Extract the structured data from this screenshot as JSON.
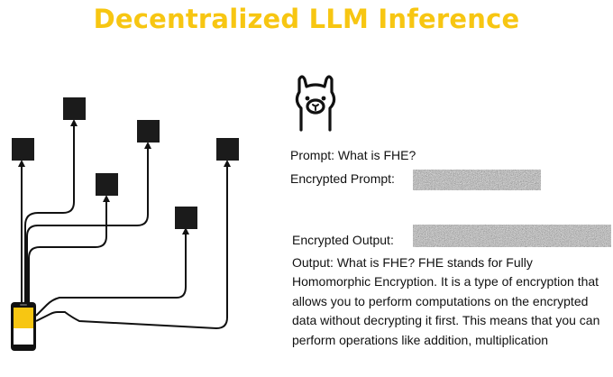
{
  "title": "Decentralized LLM Inference",
  "colors": {
    "accent": "#f7c612",
    "ink": "#111111",
    "background": "#ffffff"
  },
  "icons": {
    "model": "llama-icon",
    "device": "smartphone-icon"
  },
  "prompt": {
    "label": "Prompt:",
    "text": "What is FHE?"
  },
  "encrypted_prompt": {
    "label": "Encrypted Prompt:"
  },
  "encrypted_output": {
    "label": "Encrypted Output:"
  },
  "output": {
    "label": "Output:",
    "text": "What is FHE? FHE stands for Fully Homomorphic Encryption. It is a type of encryption that allows you to perform computations on the encrypted data without decrypting it first. This means that you can perform operations like addition, multiplication"
  }
}
